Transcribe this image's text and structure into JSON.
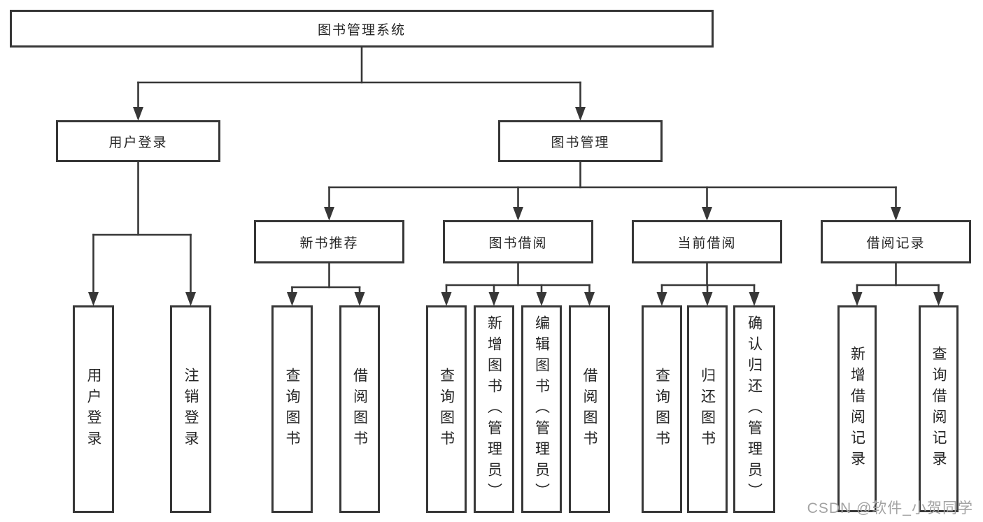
{
  "diagram": {
    "title": "图书管理系统",
    "watermark": "CSDN @软件_小贺同学",
    "colors": {
      "line": "#373737",
      "box_border": "#373737",
      "text": "#262626",
      "watermark": "#a3a3a3",
      "background": "#ffffff"
    },
    "nodes": [
      {
        "id": "root",
        "label": "图书管理系统",
        "orientation": "h",
        "parent": null
      },
      {
        "id": "user-login",
        "label": "用户登录",
        "orientation": "h",
        "parent": "root"
      },
      {
        "id": "book-management",
        "label": "图书管理",
        "orientation": "h",
        "parent": "root"
      },
      {
        "id": "new-book-recommend",
        "label": "新书推荐",
        "orientation": "h",
        "parent": "book-management"
      },
      {
        "id": "book-borrow",
        "label": "图书借阅",
        "orientation": "h",
        "parent": "book-management"
      },
      {
        "id": "current-borrow",
        "label": "当前借阅",
        "orientation": "h",
        "parent": "book-management"
      },
      {
        "id": "borrow-records",
        "label": "借阅记录",
        "orientation": "h",
        "parent": "book-management"
      },
      {
        "id": "user-login-leaf",
        "label": "用户登录",
        "orientation": "v",
        "parent": "user-login"
      },
      {
        "id": "logout-leaf",
        "label": "注销登录",
        "orientation": "v",
        "parent": "user-login"
      },
      {
        "id": "nb-query-book",
        "label": "查询图书",
        "orientation": "v",
        "parent": "new-book-recommend"
      },
      {
        "id": "nb-borrow-book",
        "label": "借阅图书",
        "orientation": "v",
        "parent": "new-book-recommend"
      },
      {
        "id": "bb-query-book",
        "label": "查询图书",
        "orientation": "v",
        "parent": "book-borrow"
      },
      {
        "id": "bb-add-book",
        "label": "新增图书（管理员）",
        "orientation": "v",
        "parent": "book-borrow"
      },
      {
        "id": "bb-edit-book",
        "label": "编辑图书（管理员）",
        "orientation": "v",
        "parent": "book-borrow"
      },
      {
        "id": "bb-borrow-book",
        "label": "借阅图书",
        "orientation": "v",
        "parent": "book-borrow"
      },
      {
        "id": "cb-query-book",
        "label": "查询图书",
        "orientation": "v",
        "parent": "current-borrow"
      },
      {
        "id": "cb-return-book",
        "label": "归还图书",
        "orientation": "v",
        "parent": "current-borrow"
      },
      {
        "id": "cb-confirm-return",
        "label": "确认归还（管理员）",
        "orientation": "v",
        "parent": "current-borrow"
      },
      {
        "id": "br-add-record",
        "label": "新增借阅记录",
        "orientation": "v",
        "parent": "borrow-records"
      },
      {
        "id": "br-query-record",
        "label": "查询借阅记录",
        "orientation": "v",
        "parent": "borrow-records"
      }
    ]
  }
}
